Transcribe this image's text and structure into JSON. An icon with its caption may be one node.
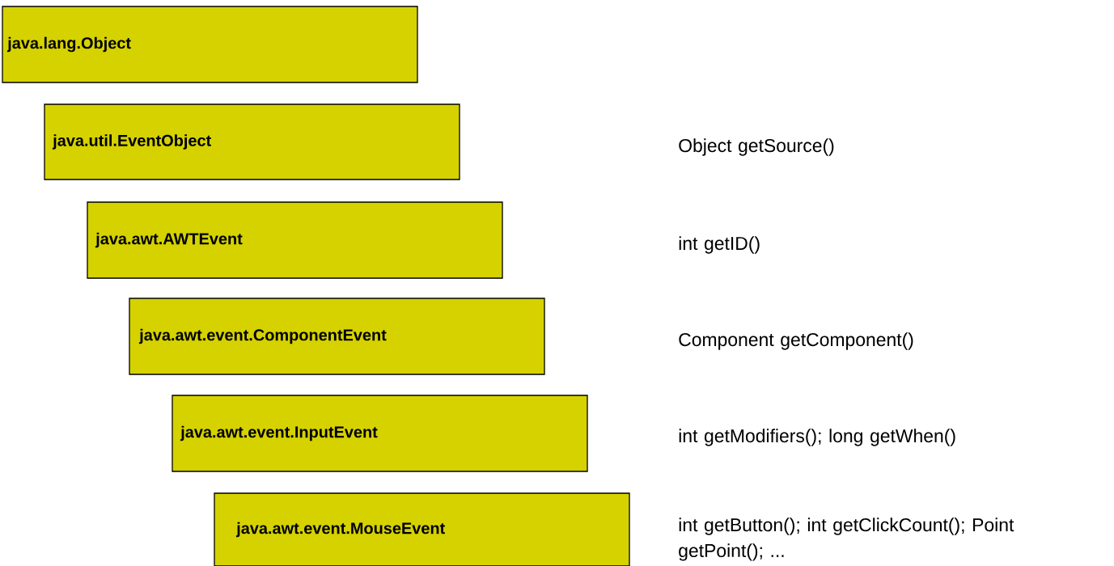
{
  "diagram": {
    "nodes": [
      {
        "text": [
          "java.lang.Object"
        ]
      },
      {
        "text": [
          "java.util.EventObject"
        ]
      },
      {
        "text": [
          "java.awt.AWTEvent"
        ]
      },
      {
        "text": [
          "java.awt.event.ComponentEvent"
        ]
      },
      {
        "text": [
          "java.awt.event.InputEvent"
        ]
      },
      {
        "text": [
          "java.awt.event.MouseEvent"
        ]
      }
    ],
    "labels": [
      "Object getSource()",
      "int getID()",
      "Component getComponent()",
      "int getModifiers(); long getWhen()",
      "int getButton(); int getClickCount(); Point getPoint(); ..."
    ]
  }
}
